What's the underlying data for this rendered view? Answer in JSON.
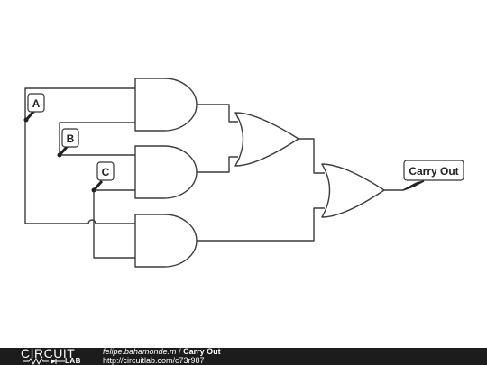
{
  "diagram": {
    "inputs": [
      {
        "label": "A"
      },
      {
        "label": "B"
      },
      {
        "label": "C"
      }
    ],
    "output": {
      "label": "Carry Out"
    },
    "gates": [
      {
        "type": "AND",
        "inputs": [
          "A",
          "B"
        ]
      },
      {
        "type": "AND",
        "inputs": [
          "B",
          "C"
        ]
      },
      {
        "type": "AND",
        "inputs": [
          "A",
          "C"
        ]
      },
      {
        "type": "OR"
      },
      {
        "type": "OR"
      }
    ],
    "colors": {
      "wire": "#3c3c3c",
      "background": "#ffffff"
    }
  },
  "footer": {
    "logo_top": "CIRCUIT",
    "logo_bottom": "LAB",
    "author": "felipe.bahamonde.m",
    "separator": " / ",
    "title": "Carry Out",
    "url": "http://circuitlab.com/c73r987",
    "background": "#1c1c1c"
  }
}
